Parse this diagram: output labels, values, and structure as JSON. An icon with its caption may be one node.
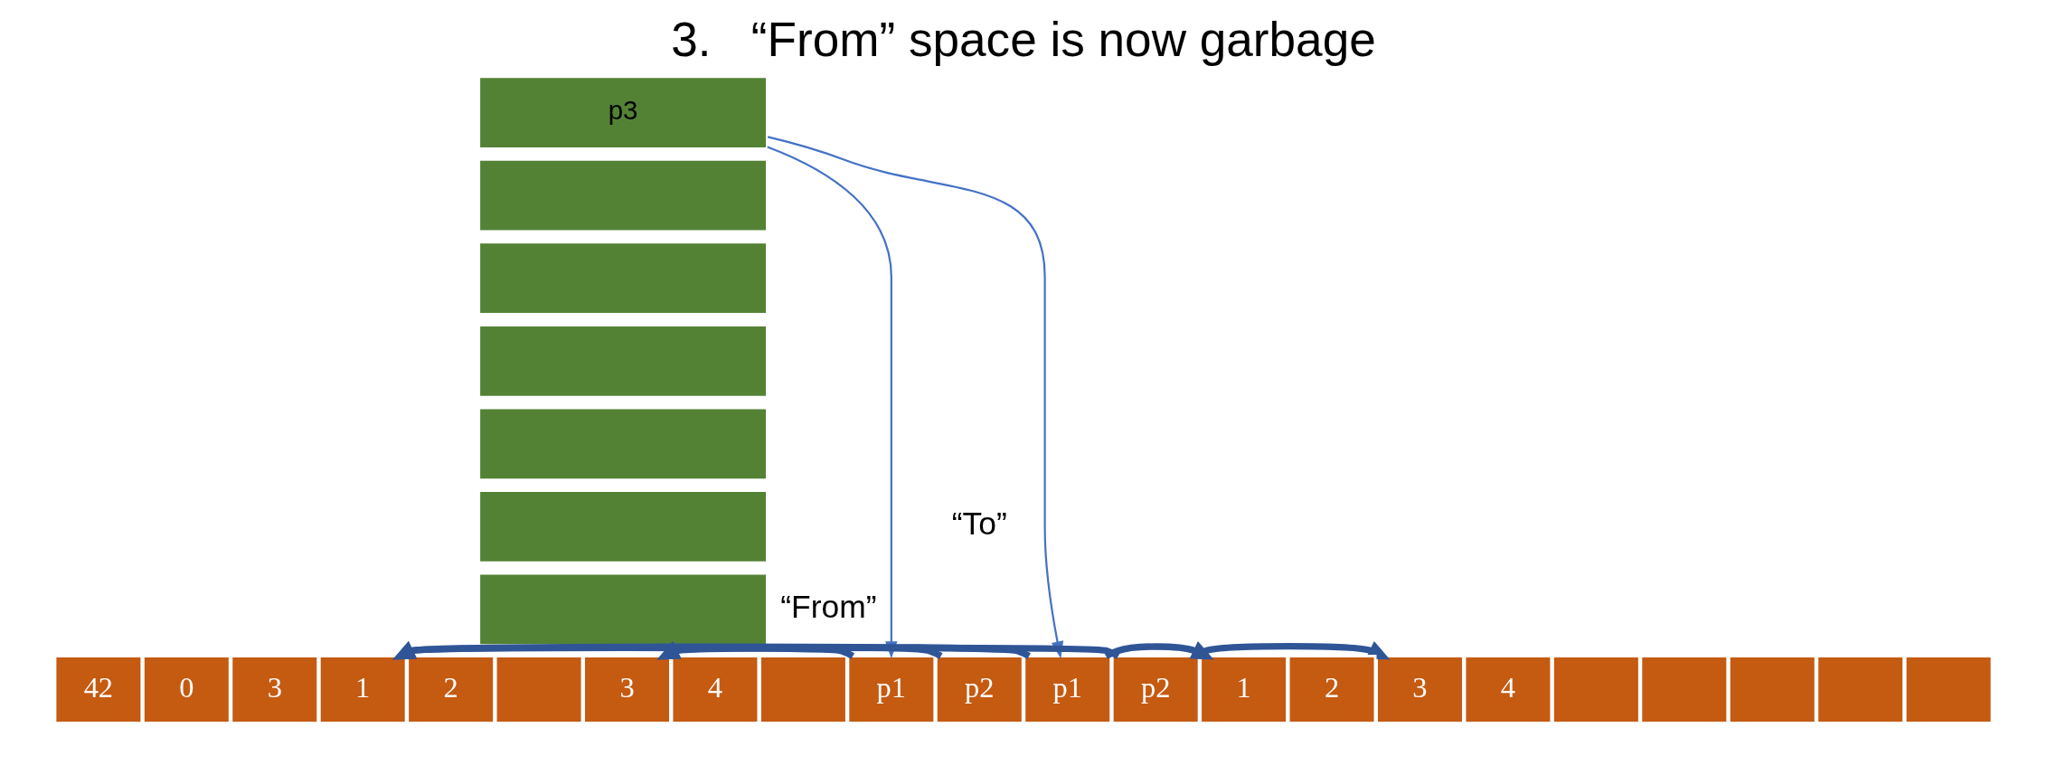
{
  "diagram": {
    "title": "3.   “From” space is now garbage",
    "nodes": [
      {
        "text": [
          "p3"
        ]
      },
      {
        "text": [],
        "shape": "box"
      },
      {
        "text": [],
        "shape": "box"
      },
      {
        "text": [],
        "shape": "box"
      },
      {
        "text": [],
        "shape": "box"
      },
      {
        "text": [],
        "shape": "box"
      },
      {
        "text": [],
        "shape": "box"
      },
      {
        "text": [
          "42"
        ]
      },
      {
        "text": [
          "0"
        ]
      },
      {
        "text": [
          "3"
        ]
      },
      {
        "text": [
          "1"
        ]
      },
      {
        "text": [
          "2"
        ]
      },
      {
        "text": [],
        "shape": "box"
      },
      {
        "text": [
          "3"
        ]
      },
      {
        "text": [
          "4"
        ]
      },
      {
        "text": [],
        "shape": "box"
      },
      {
        "text": [
          "p1"
        ]
      },
      {
        "text": [
          "p2"
        ]
      },
      {
        "text": [
          "p1"
        ]
      },
      {
        "text": [
          "p2"
        ]
      },
      {
        "text": [
          "1"
        ]
      },
      {
        "text": [
          "2"
        ]
      },
      {
        "text": [
          "3"
        ]
      },
      {
        "text": [
          "4"
        ]
      },
      {
        "text": [],
        "shape": "box"
      },
      {
        "text": [],
        "shape": "box"
      },
      {
        "text": [],
        "shape": "box"
      },
      {
        "text": [],
        "shape": "box"
      },
      {
        "text": [],
        "shape": "box"
      }
    ],
    "edges": [
      {
        "from": 0,
        "to": 16,
        "arrow": "to",
        "color": "#4472c4"
      },
      {
        "from": 0,
        "to": 18,
        "arrow": "to",
        "color": "#4472c4"
      },
      {
        "from": 16,
        "to": 10,
        "arrow": "to"
      },
      {
        "from": 17,
        "to": 13,
        "arrow": "to"
      },
      {
        "from": 18,
        "to": 10,
        "arrow": "to"
      },
      {
        "from": 19,
        "to": 13,
        "arrow": "to"
      },
      {
        "from": 18,
        "to": 20,
        "arrow": "to"
      },
      {
        "from": 19,
        "to": 22,
        "arrow": "to"
      }
    ],
    "labels": [
      "“From”",
      "“To”"
    ]
  }
}
